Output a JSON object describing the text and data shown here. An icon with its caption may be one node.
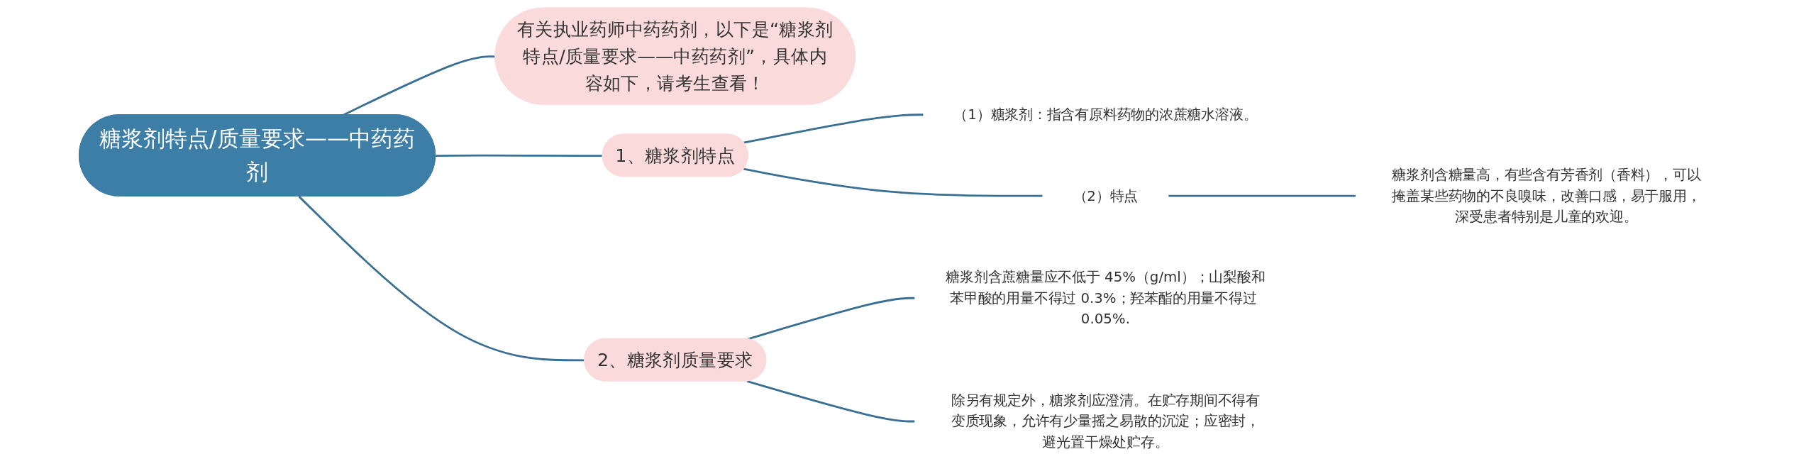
{
  "diagram": {
    "nodes": [
      {
        "text": [
          "糖浆剂特点/质量要求——中药药剂"
        ]
      },
      {
        "text": [
          "有关执业药师中药药剂，以下是“糖浆剂特点/质量要求——中药药剂”，具体内容如下，请考生查看！"
        ]
      },
      {
        "text": [
          "1、糖浆剂特点"
        ]
      },
      {
        "text": [
          "（1）糖浆剂：指含有原料药物的浓蔗糖水溶液。"
        ]
      },
      {
        "text": [
          "（2）特点"
        ]
      },
      {
        "text": [
          "糖浆剂含糖量高，有些含有芳香剂（香料），可以掩盖某些药物的不良嗅味，改善口感，易于服用，深受患者特别是儿童的欢迎。"
        ]
      },
      {
        "text": [
          "2、糖浆剂质量要求"
        ]
      },
      {
        "text": [
          "糖浆剂含蔗糖量应不低于 45%（g/ml）；山梨酸和苯甲酸的用量不得过 0.3%；羟苯酯的用量不得过 0.05%."
        ]
      },
      {
        "text": [
          "除另有规定外，糖浆剂应澄清。在贮存期间不得有变质现象，允许有少量摇之易散的沉淀；应密封，避光置干燥处贮存。"
        ]
      }
    ],
    "edges": [
      {
        "from": 0,
        "to": 1,
        "arrow": "none"
      },
      {
        "from": 0,
        "to": 2,
        "arrow": "none"
      },
      {
        "from": 2,
        "to": 3,
        "arrow": "none"
      },
      {
        "from": 2,
        "to": 4,
        "arrow": "none"
      },
      {
        "from": 4,
        "to": 5,
        "arrow": "none"
      },
      {
        "from": 0,
        "to": 6,
        "arrow": "none"
      },
      {
        "from": 6,
        "to": 7,
        "arrow": "none"
      },
      {
        "from": 6,
        "to": 8,
        "arrow": "none"
      }
    ]
  }
}
